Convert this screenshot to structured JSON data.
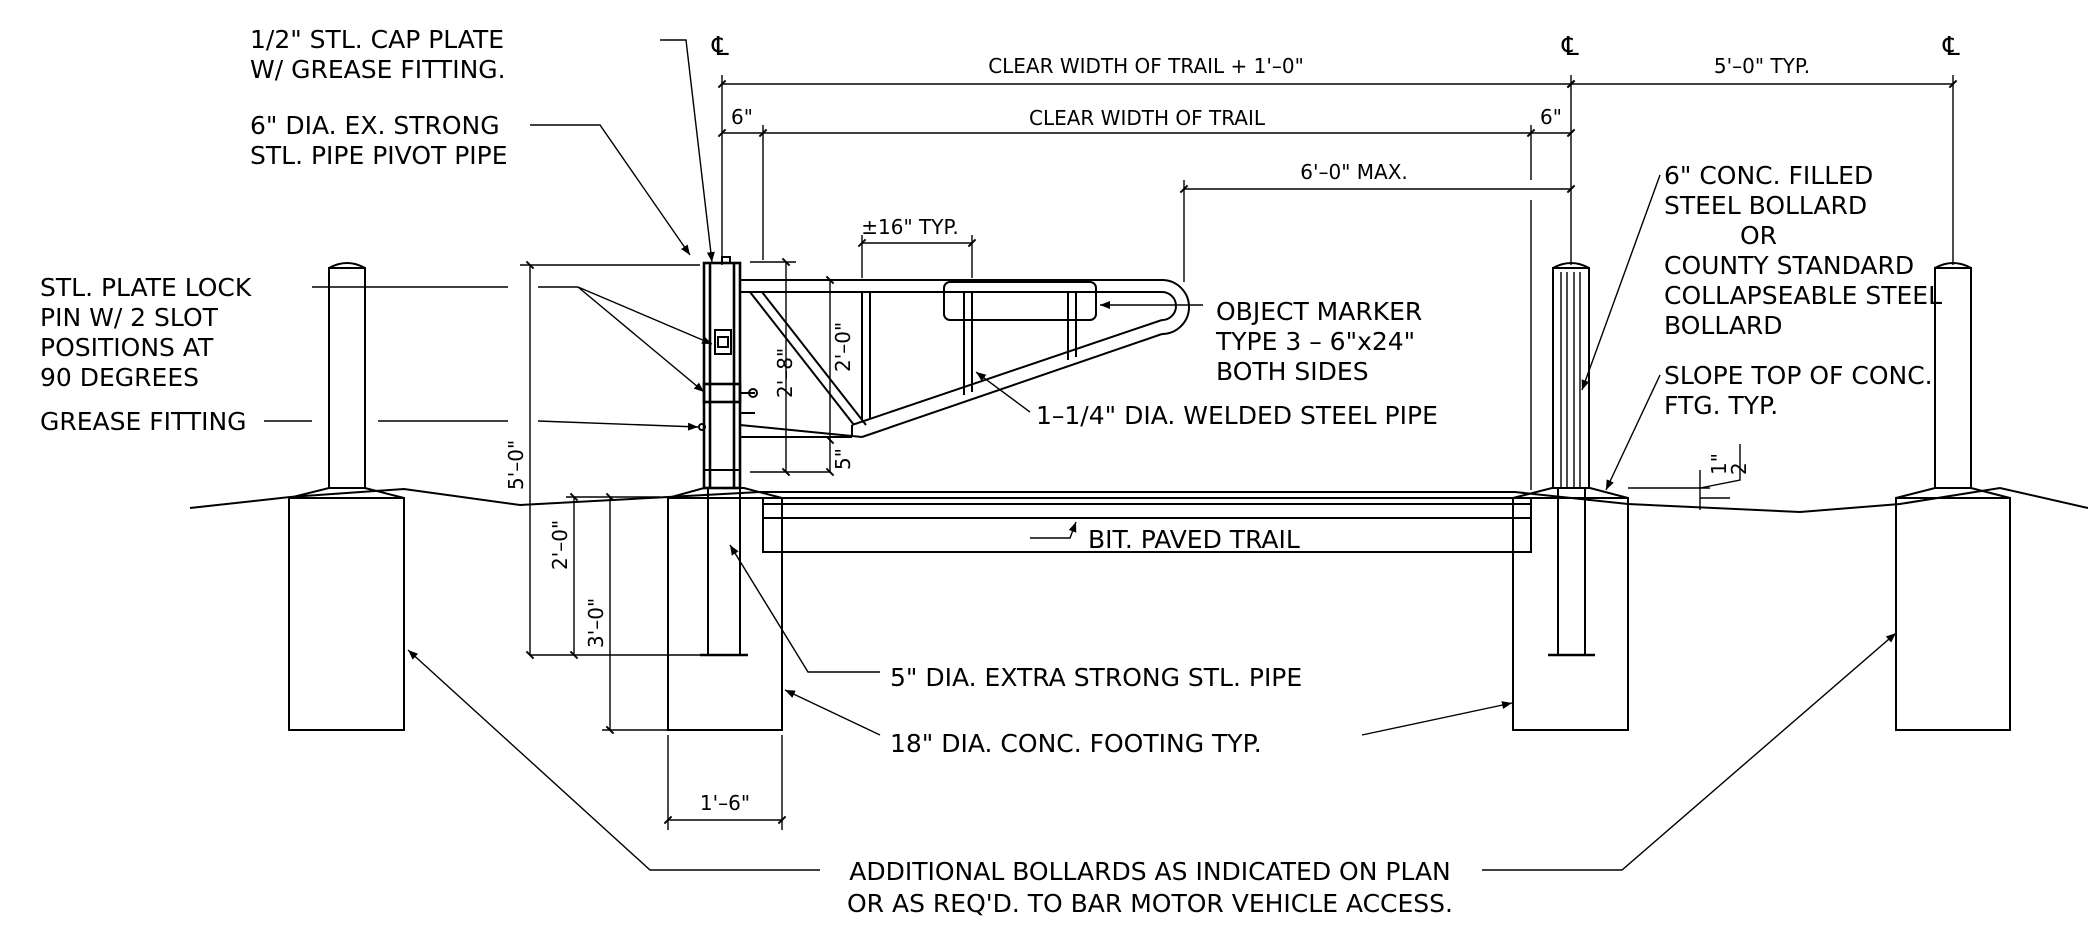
{
  "centerline_symbol": "℄",
  "dims": {
    "clear_width_plus": "CLEAR WIDTH OF TRAIL + 1'–0\"",
    "clear_width": "CLEAR WIDTH OF TRAIL",
    "six_in_left": "6\"",
    "six_in_right": "6\"",
    "five_ft_typ": "5'–0\" TYP.",
    "six_ft_max": "6'–0\" MAX.",
    "sixteen_typ": "±16\" TYP.",
    "two_ft_eight": "2'–8\"",
    "two_ft_zero_gate": "2'–0\"",
    "five_in": "5\"",
    "five_ft": "5'–0\"",
    "two_ft_zero": "2'–0\"",
    "three_ft_zero": "3'–0\"",
    "one_ft_six": "1'–6\"",
    "one_half_in": "1\"",
    "one_half_den": "2"
  },
  "labels": {
    "cap_plate_1": "1/2\" STL. CAP PLATE",
    "cap_plate_2": "W/ GREASE FITTING.",
    "pivot_1": "6\" DIA. EX. STRONG",
    "pivot_2": "STL. PIPE PIVOT PIPE",
    "lock_1": "STL. PLATE LOCK",
    "lock_2": "PIN W/ 2 SLOT",
    "lock_3": "POSITIONS AT",
    "lock_4": "90 DEGREES",
    "grease": "GREASE FITTING",
    "marker_1": "OBJECT MARKER",
    "marker_2": "TYPE 3 – 6\"x24\"",
    "marker_3": "BOTH SIDES",
    "welded_pipe": "1–1/4\" DIA. WELDED STEEL PIPE",
    "bollard_1": "6\" CONC. FILLED",
    "bollard_2": "STEEL BOLLARD",
    "bollard_3": "OR",
    "bollard_4": "COUNTY STANDARD",
    "bollard_5": "COLLAPSEABLE STEEL",
    "bollard_6": "BOLLARD",
    "slope_1": "SLOPE TOP OF CONC.",
    "slope_2": "FTG. TYP.",
    "paved_trail": "BIT. PAVED TRAIL",
    "steel_pipe": "5\" DIA. EXTRA STRONG STL. PIPE",
    "footing": "18\" DIA. CONC. FOOTING TYP.",
    "additional_1": "ADDITIONAL BOLLARDS AS INDICATED ON PLAN",
    "additional_2": "OR AS REQ'D. TO BAR MOTOR VEHICLE ACCESS."
  }
}
